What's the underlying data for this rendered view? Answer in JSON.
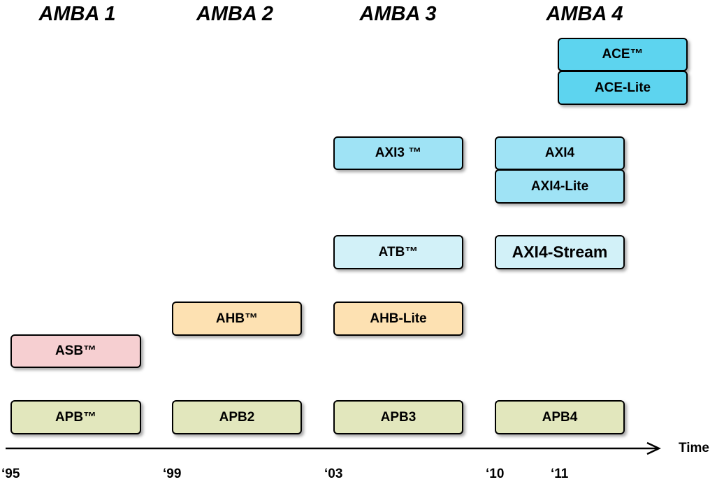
{
  "generations": [
    "AMBA 1",
    "AMBA 2",
    "AMBA 3",
    "AMBA 4"
  ],
  "protocols": {
    "ace": "ACE™",
    "ace_lite": "ACE-Lite",
    "axi3": "AXI3 ™",
    "axi4": "AXI4",
    "axi4_lite": "AXI4-Lite",
    "atb": "ATB™",
    "axi4_stream": "AXI4-Stream",
    "ahb": "AHB™",
    "ahb_lite": "AHB-Lite",
    "asb": "ASB™",
    "apb": "APB™",
    "apb2": "APB2",
    "apb3": "APB3",
    "apb4": "APB4"
  },
  "colors": {
    "ace": "#5dd4ef",
    "axi": "#9fe3f5",
    "stream": "#d2f1f8",
    "ahb": "#fde1b2",
    "asb": "#f6cfd1",
    "apb": "#e2e7bd"
  },
  "axis": {
    "label": "Time",
    "years": [
      "‘95",
      "‘99",
      "‘03",
      "‘10",
      "‘11"
    ]
  }
}
